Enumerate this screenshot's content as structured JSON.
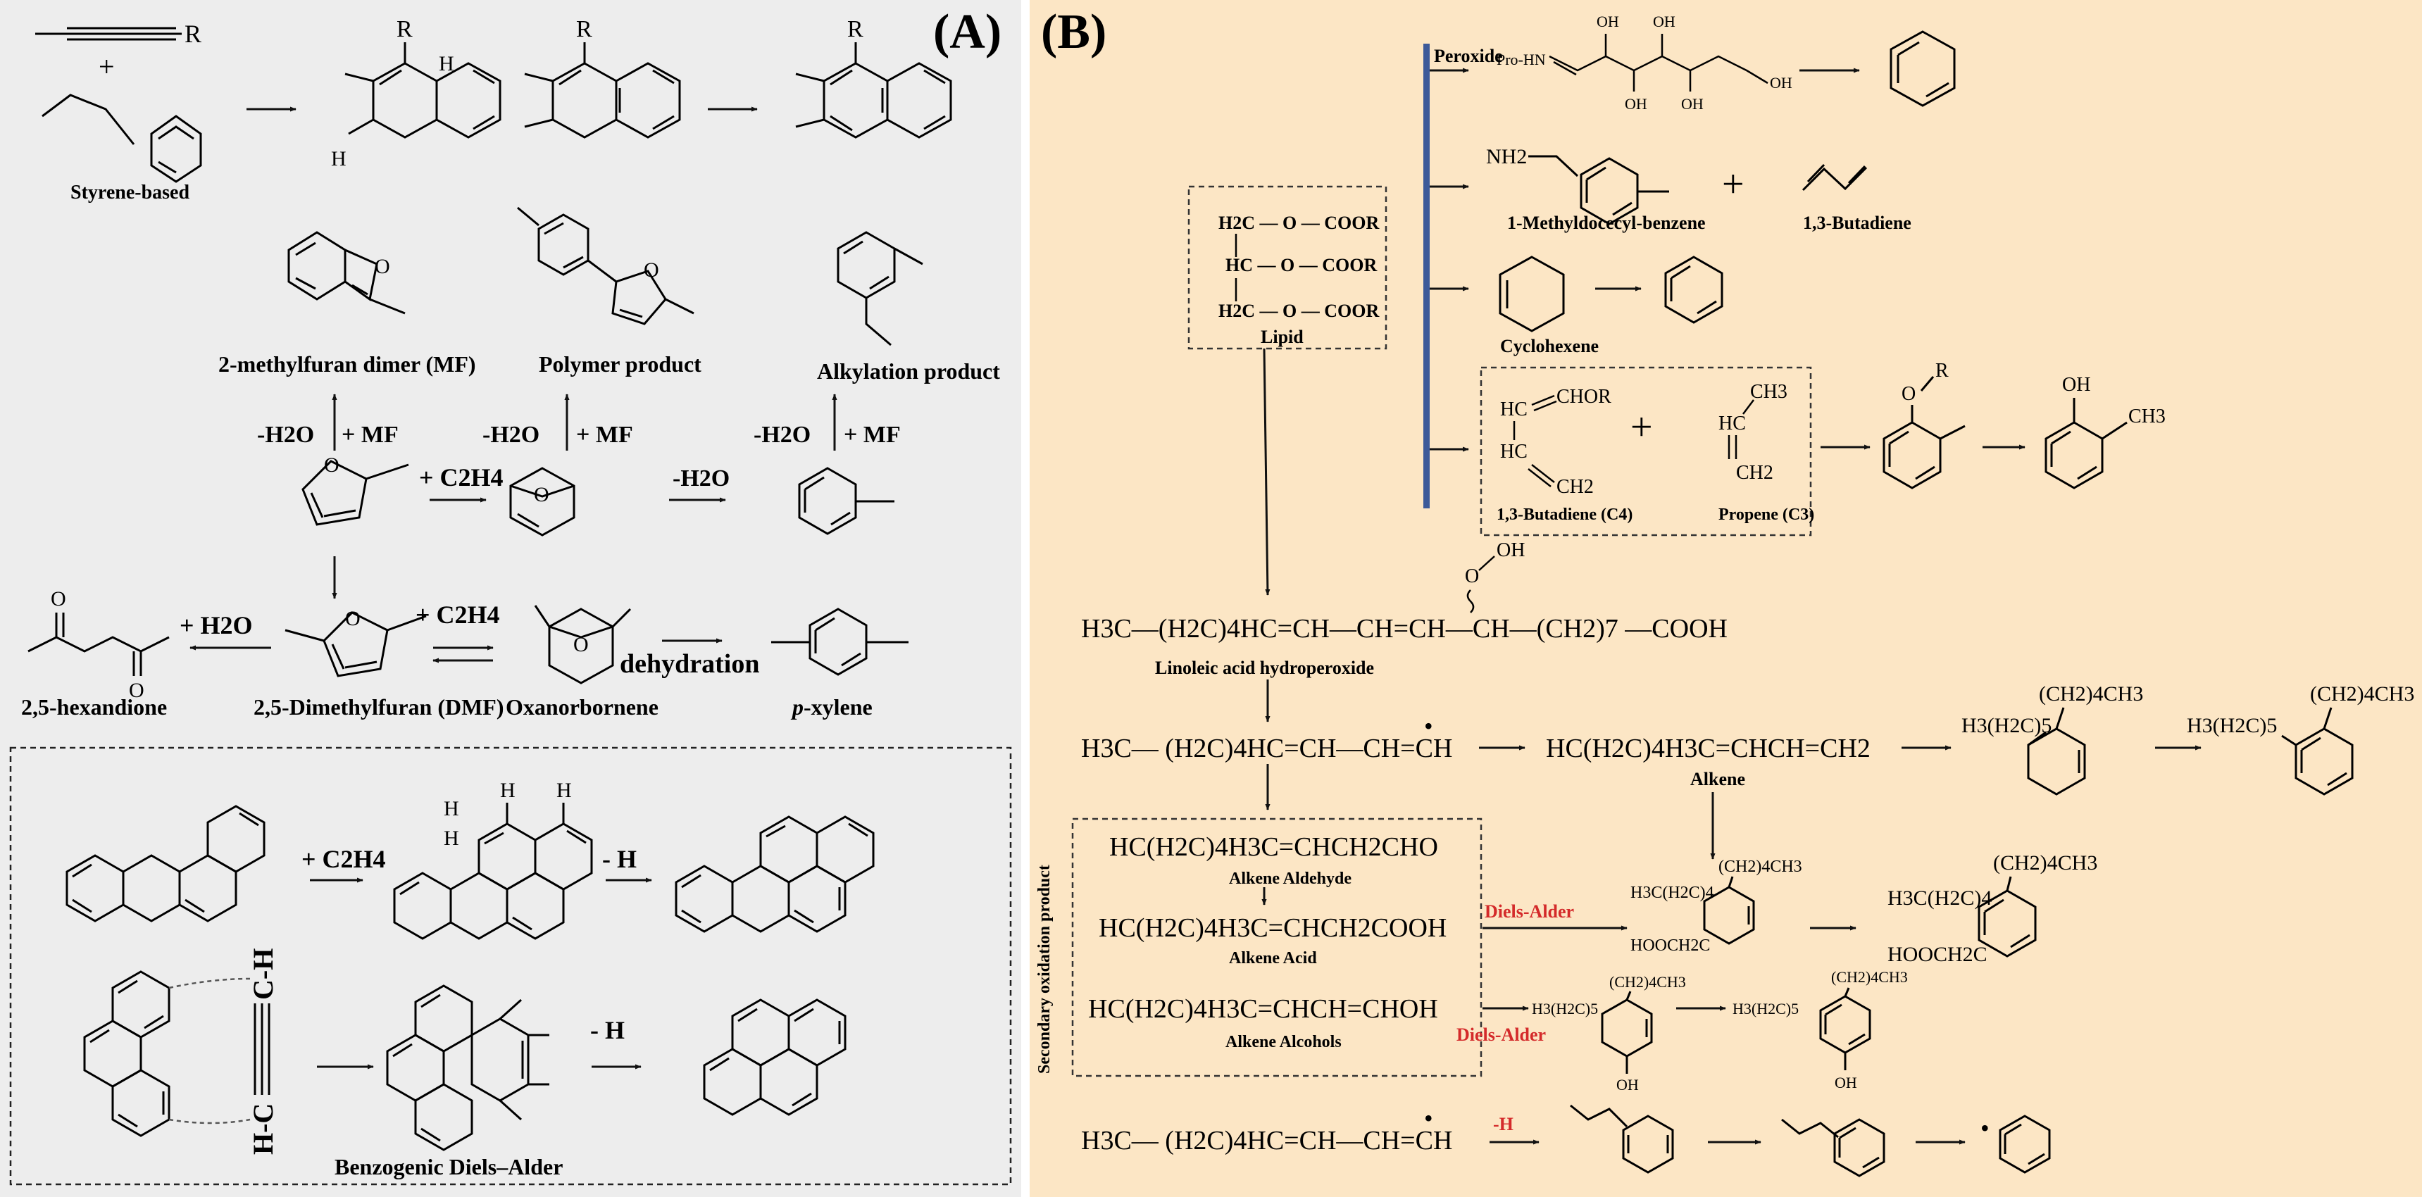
{
  "panels": {
    "a": {
      "label": "(A)",
      "styrene": {
        "r_group": "R",
        "plus": "+",
        "h": "H",
        "caption": "Styrene-based"
      },
      "furan": {
        "mf_dimer": "2-methylfuran dimer (MF)",
        "polymer": "Polymer product",
        "alkylation": "Alkylation product",
        "minus_water": "-H2O",
        "plus_mf": "+ MF",
        "plus_ethylene": "+ C2H4",
        "plus_water": "+ H2O",
        "oxygen": "O",
        "hexandione": "2,5-hexandione",
        "dmf": "2,5-Dimethylfuran (DMF)",
        "oxanorbornene": "Oxanorbornene",
        "dehydration": "dehydration",
        "pxylene_prefix": "p",
        "pxylene_suffix": "-xylene"
      },
      "pah": {
        "plus_ethylene": "+ C2H4",
        "minus_h": "- H",
        "h_atom": "H",
        "alkyne_top": "C-H",
        "alkyne_bottom": "H-C",
        "caption": "Benzogenic Diels–Alder"
      }
    },
    "b": {
      "label": "(B)",
      "peroxide": "Peroxide",
      "prohn": "Pro-HN",
      "oh": "OH",
      "nh2": "NH2",
      "methyldocecyl": "1-Methyldocecyl-benzene",
      "butadiene": "1,3-Butadiene",
      "cyclohexene": "Cyclohexene",
      "plus": "+",
      "lipid": {
        "row1": "H2C — O — COOR",
        "row2": "HC — O — COOR",
        "row3": "H2C — O — COOR",
        "caption": "Lipid"
      },
      "c4": {
        "chor": "CHOR",
        "hc1": "HC",
        "hc2": "HC",
        "ch2": "CH2",
        "caption": "1,3-Butadiene (C4)"
      },
      "c3": {
        "ch3": "CH3",
        "hc": "HC",
        "ch2": "CH2",
        "caption": "Propene (C3)"
      },
      "r_group": "R",
      "o_atom": "O",
      "ooh": "OH",
      "o_link": "O",
      "ch3": "CH3",
      "linoleic_formula": "H3C—(H2C)4HC=CH—CH=CH—CH—(CH2)7 —COOH",
      "linoleic_caption": "Linoleic acid hydroperoxide",
      "radical_formula": "H3C— (H2C)4HC=CH—CH=CH",
      "radical_dot": "•",
      "alkene_formula": "HC(H2C)4H3C=CHCH=CH2",
      "alkene_caption": "Alkene",
      "h3ch2c5": "H3(H2C)5",
      "ch2_4ch3": "(CH2)4CH3",
      "secondary_label": "Secondary oxidation product",
      "aldehyde_formula": "HC(H2C)4H3C=CHCH2CHO",
      "aldehyde_caption": "Alkene Aldehyde",
      "acid_formula": "HC(H2C)4H3C=CHCH2COOH",
      "acid_caption": "Alkene Acid",
      "alcohol_formula": "HC(H2C)4H3C=CHCH=CHOH",
      "alcohol_caption": "Alkene Alcohols",
      "diels_alder": "Diels-Alder",
      "h3ch2c4": "H3C(H2C)4",
      "hoocch2c": "HOOCH2C",
      "minus_h": "-H",
      "final_formula": "H3C— (H2C)4HC=CH—CH=CH",
      "accent_color": "#d42a2a",
      "separator_color": "#3d5a99"
    }
  }
}
